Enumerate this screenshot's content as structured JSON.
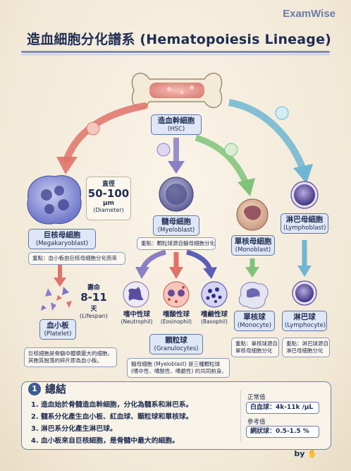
{
  "brand": "ExamWise",
  "title": "造血細胞分化譜系 (Hematopoiesis Lineage)",
  "hsc": {
    "zh": "造血幹細胞",
    "en": "(HSC)"
  },
  "megakaryoblast": {
    "zh": "巨核母細胞",
    "en": "(Megakaryoblast)",
    "note": "重點：血小板由巨核母細胞分化而來"
  },
  "diameter": {
    "label": "直徑",
    "value": "50-100",
    "unit": "μm",
    "en": "(Diameter)"
  },
  "myeloblast": {
    "zh": "髓母細胞",
    "en": "(Myeloblast)",
    "note": "重點：顆粒球源自髓母細胞分化"
  },
  "monoblast": {
    "zh": "單核母細胞",
    "en": "(Monoblast)"
  },
  "lymphoblast": {
    "zh": "淋巴母細胞",
    "en": "(Lymphoblast)"
  },
  "platelet": {
    "zh": "血小板",
    "en": "(Platelet)",
    "note_line1": "巨核細胞是骨髓中體積最大的細胞，",
    "note_line2": "其胞質脫落的碎片即為血小板。"
  },
  "lifespan": {
    "label": "壽命",
    "value": "8-11",
    "unit": "天",
    "en": "(Lifespan)"
  },
  "neutrophil": {
    "zh": "嗜中性球",
    "en": "(Neutrophil)"
  },
  "eosinophil": {
    "zh": "嗜酸性球",
    "en": "(Eosinophil)"
  },
  "basophil": {
    "zh": "嗜鹼性球",
    "en": "(Basophil)"
  },
  "granulocytes": {
    "zh": "顆粒球",
    "en": "(Granulocytes)",
    "note_line1": "髓母細胞 (Myeloblast) 是三種顆粒球",
    "note_line2": "(嗜中性、嗜酸性、嗜鹼性) 的共同前身。"
  },
  "monocyte": {
    "zh": "單核球",
    "en": "(Monocyte)",
    "note_line1": "重點：單核球源自",
    "note_line2": "單核母細胞分化"
  },
  "lymphocyte": {
    "zh": "淋巴球",
    "en": "(Lymphocyte)",
    "note_line1": "重點：淋巴球源自",
    "note_line2": "淋巴母細胞分化"
  },
  "summary": {
    "badge": "1",
    "title": "總結",
    "items": [
      "1. 造血始於骨髓造血幹細胞，分化為髓系和淋巴系。",
      "2. 髓系分化產生血小板、紅血球、顆粒球和單核球。",
      "3. 淋巴系分化產生淋巴球。",
      "4. 血小板來自巨核細胞，是骨髓中最大的細胞。"
    ],
    "normal_label": "正常值",
    "normal_value": "白血球：4k-11k /μL",
    "ref_label": "參考值",
    "ref_value": "網狀球：0.5-1.5 %"
  },
  "byline": "by",
  "colors": {
    "accent": "#3c5a93",
    "arrow_red": "#e0726a",
    "arrow_purple": "#8a7fc4",
    "arrow_green": "#7fc37a",
    "arrow_blue": "#6fb6d2"
  }
}
